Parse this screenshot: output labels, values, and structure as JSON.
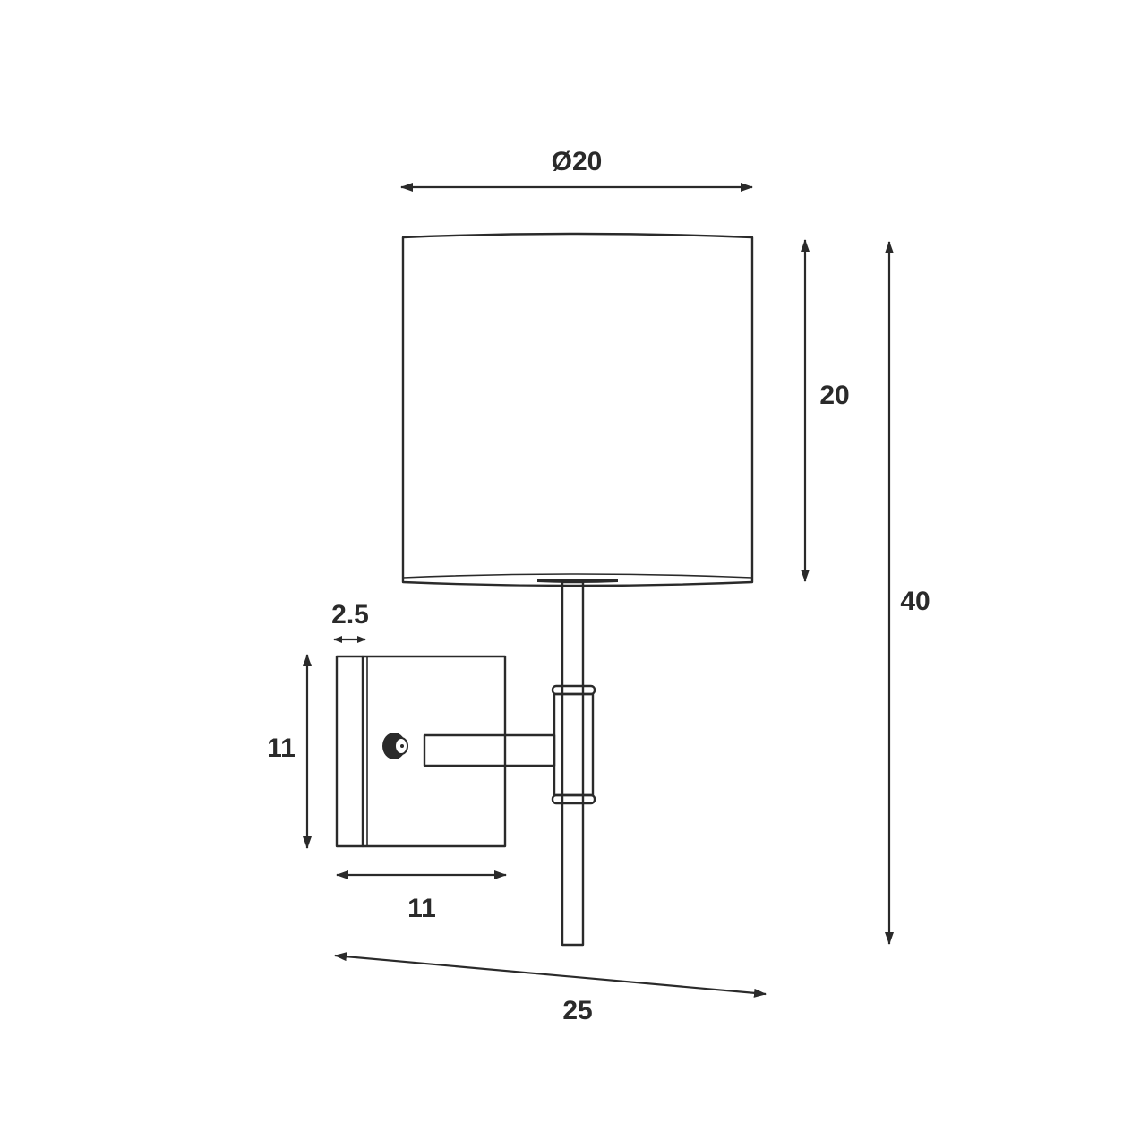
{
  "diagram": {
    "dimensions": {
      "shade_diameter": "Ø20",
      "shade_height": "20",
      "total_height": "40",
      "backplate_depth": "2.5",
      "backplate_height": "11",
      "backplate_width": "11",
      "total_projection": "25"
    }
  }
}
